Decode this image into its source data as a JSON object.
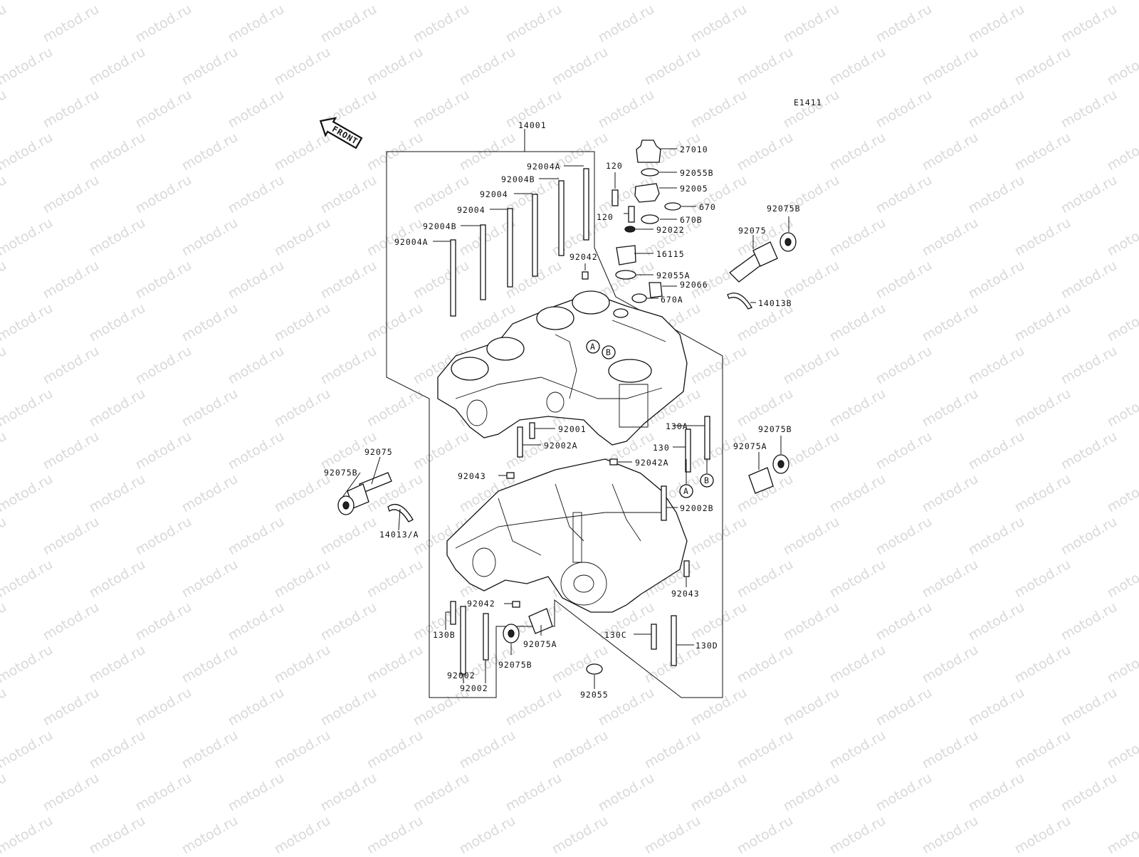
{
  "diagram_code": "E1411",
  "watermark_text": "motod.ru",
  "front_arrow_label": "FRONT",
  "ref_marks": [
    "A",
    "B"
  ],
  "parts": [
    "14001",
    "92004A",
    "92004B",
    "92004",
    "92004",
    "92004B",
    "92004A",
    "120",
    "120",
    "27010",
    "92055B",
    "92005",
    "670",
    "670B",
    "92022",
    "16115",
    "92055A",
    "92066",
    "670A",
    "92042",
    "92075B",
    "92075",
    "14013B",
    "92001",
    "92002A",
    "130A",
    "130",
    "92042A",
    "92075B",
    "92075A",
    "92075",
    "92075B",
    "14013/A",
    "92043",
    "92002B",
    "92043",
    "92042",
    "130B",
    "92075A",
    "130C",
    "130D",
    "92002",
    "92002",
    "92075B",
    "92055"
  ]
}
